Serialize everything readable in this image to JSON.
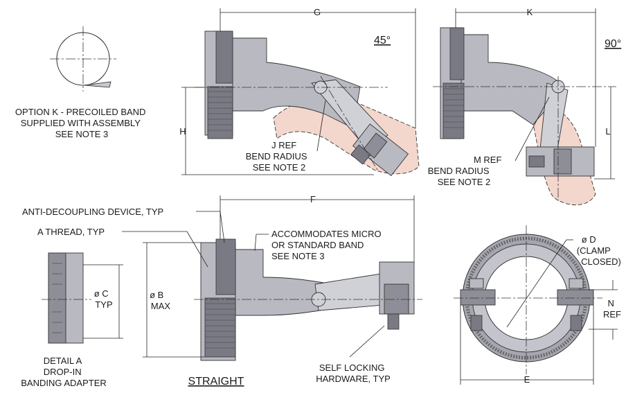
{
  "views": {
    "forty_five": {
      "title": "45°",
      "dim_width": "G",
      "dim_height": "H",
      "bend_note": [
        "J REF",
        "BEND RADIUS",
        "SEE NOTE 2"
      ]
    },
    "ninety": {
      "title": "90°",
      "dim_width": "K",
      "dim_height": "L",
      "bend_note": [
        "M REF",
        "BEND RADIUS",
        "SEE NOTE 2"
      ]
    },
    "straight": {
      "title": "STRAIGHT",
      "dim_width": "F",
      "dim_diameter": [
        "ø B",
        "MAX"
      ],
      "callouts": {
        "anti_decoupling": "ANTI-DECOUPLING DEVICE, TYP",
        "thread": "A THREAD, TYP",
        "band": [
          "ACCOMMODATES MICRO",
          "OR STANDARD BAND",
          "SEE NOTE 3"
        ],
        "hardware": [
          "SELF LOCKING",
          "HARDWARE, TYP"
        ]
      }
    },
    "option_k": {
      "note": [
        "OPTION K - PRECOILED BAND",
        "SUPPLIED WITH ASSEMBLY",
        "SEE NOTE 3"
      ]
    },
    "detail_a": {
      "dim_diameter": [
        "ø C",
        "TYP"
      ],
      "caption": [
        "DETAIL A",
        "DROP-IN",
        "BANDING ADAPTER"
      ]
    },
    "clamp": {
      "dim_diameter": [
        "ø D",
        "(CLAMP",
        "CLOSED)"
      ],
      "dim_width": "E",
      "dim_n": [
        "N",
        "REF"
      ]
    }
  },
  "colors": {
    "metal": "#b9b9c2",
    "knurl": "#7a7a84",
    "cable": "#f3d6cc",
    "line": "#222222"
  }
}
